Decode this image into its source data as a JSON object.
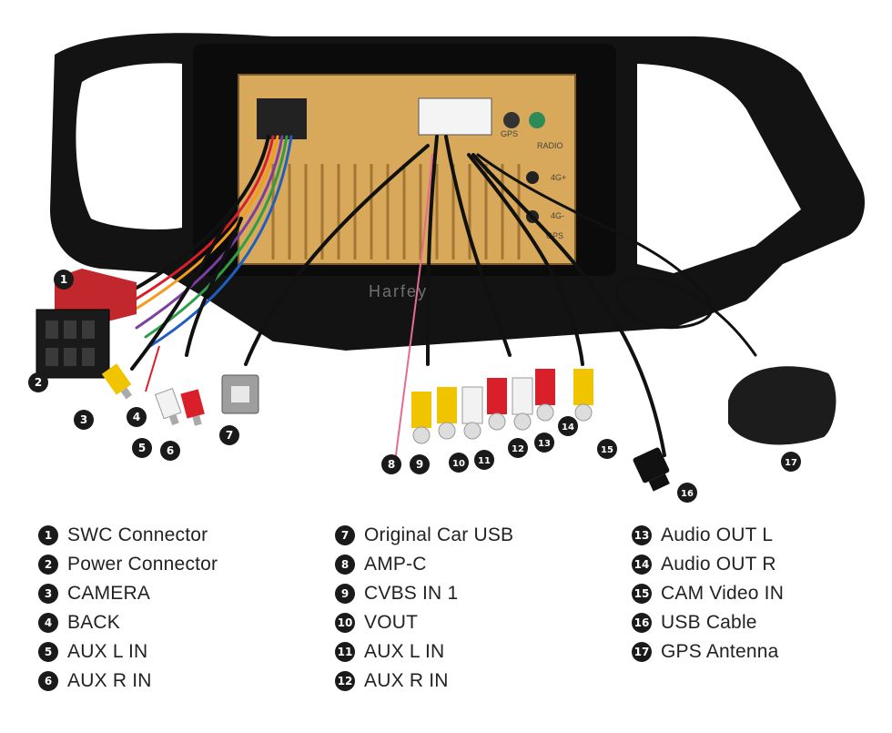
{
  "watermark": "Harfey",
  "unit_labels": {
    "gps": "GPS",
    "radio": "RADIO",
    "fourg_1": "4G+",
    "fourg_2": "4G-",
    "gps_2": "GPS"
  },
  "legend": [
    {
      "num": "1",
      "label": "SWC Connector"
    },
    {
      "num": "2",
      "label": "Power Connector"
    },
    {
      "num": "3",
      "label": "CAMERA"
    },
    {
      "num": "4",
      "label": "BACK"
    },
    {
      "num": "5",
      "label": "AUX L IN"
    },
    {
      "num": "6",
      "label": "AUX R IN"
    },
    {
      "num": "7",
      "label": "Original Car USB"
    },
    {
      "num": "8",
      "label": "AMP-C"
    },
    {
      "num": "9",
      "label": "CVBS IN 1"
    },
    {
      "num": "10",
      "label": "VOUT"
    },
    {
      "num": "11",
      "label": "AUX L IN"
    },
    {
      "num": "12",
      "label": "AUX R IN"
    },
    {
      "num": "13",
      "label": "Audio OUT L"
    },
    {
      "num": "14",
      "label": "Audio OUT R"
    },
    {
      "num": "15",
      "label": "CAM Video IN"
    },
    {
      "num": "16",
      "label": "USB Cable"
    },
    {
      "num": "17",
      "label": "GPS Antenna"
    }
  ],
  "callouts": [
    "1",
    "2",
    "3",
    "4",
    "5",
    "6",
    "7",
    "8",
    "9",
    "10",
    "11",
    "12",
    "13",
    "14",
    "15",
    "16",
    "17"
  ],
  "colors": {
    "bezel": "#121212",
    "unit_body": "#d8a95a",
    "rca_yellow": "#f1c400",
    "rca_red": "#d9202a",
    "rca_white": "#f2f2f2",
    "badge": "#1a1a1a"
  }
}
